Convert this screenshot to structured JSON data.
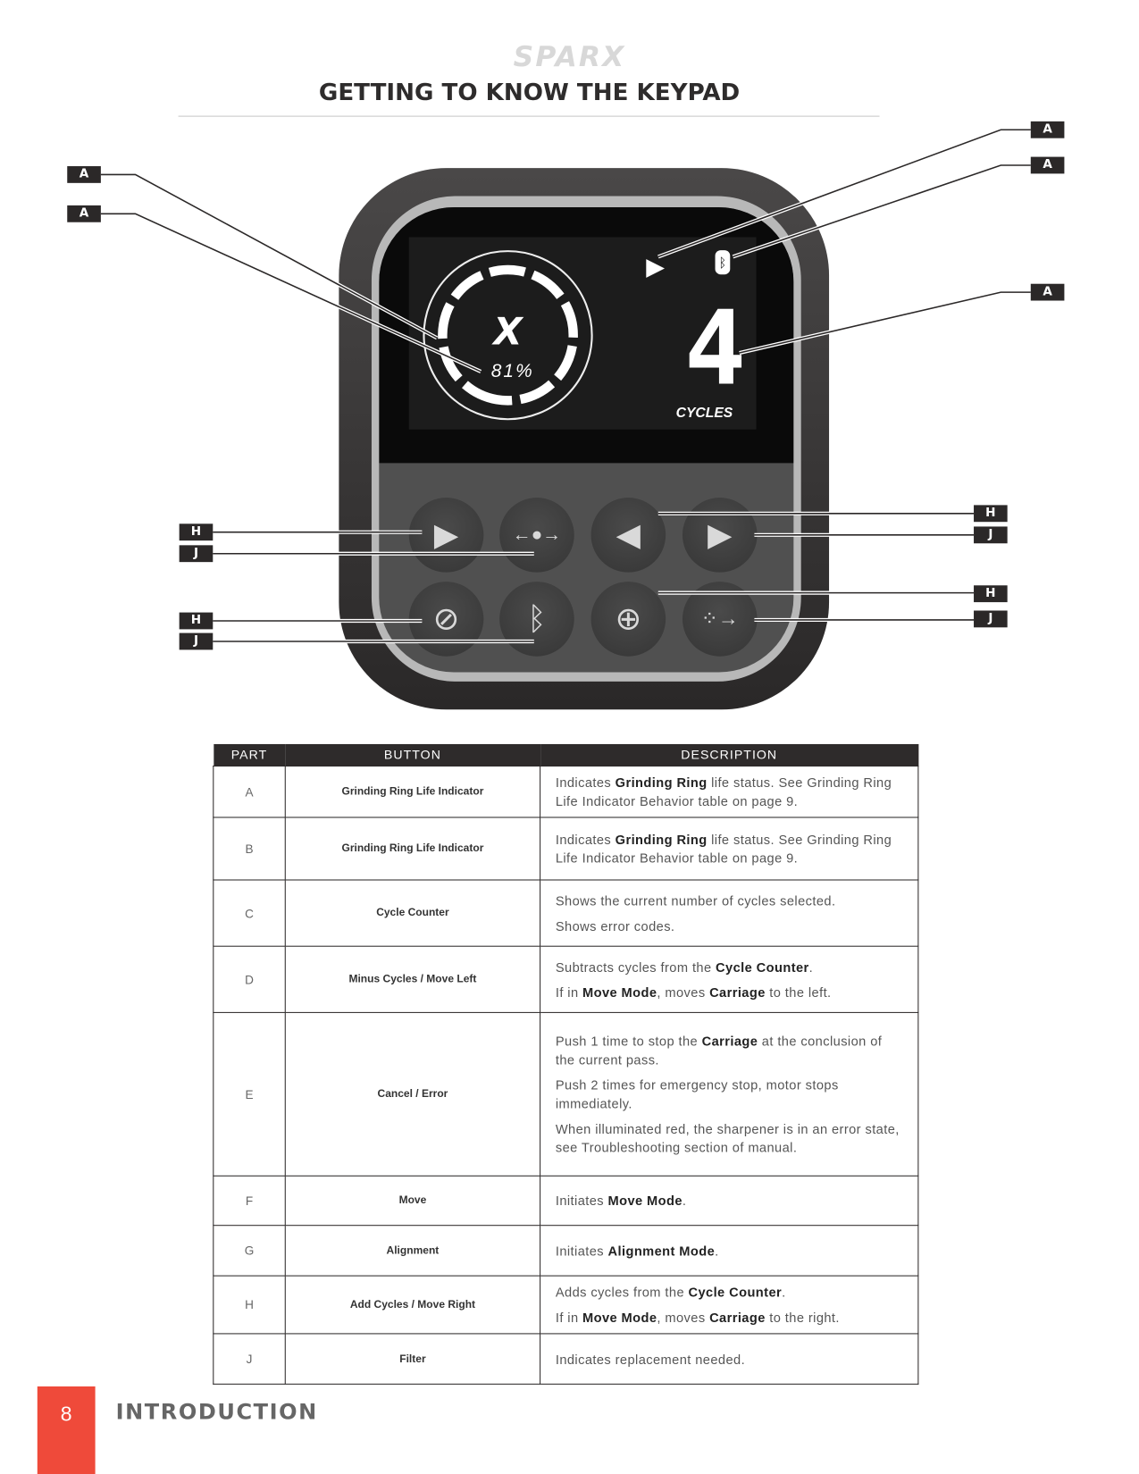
{
  "header": {
    "logo": "SPARX",
    "title": "GETTING TO KNOW THE KEYPAD"
  },
  "display": {
    "ring_percent": "81%",
    "cycles_value": "4",
    "cycles_label": "CYCLES"
  },
  "callouts": {
    "a": "A",
    "h": "H",
    "j": "J"
  },
  "table": {
    "headers": [
      "PART",
      "BUTTON",
      "DESCRIPTION"
    ],
    "rows": [
      {
        "part": "A",
        "button": "Grinding Ring Life Indicator",
        "desc": [
          [
            {
              "t": "Indicates "
            },
            {
              "t": "Grinding Ring",
              "b": true
            },
            {
              "t": " life status. See Grinding Ring Life Indicator Behavior table on page 9."
            }
          ]
        ]
      },
      {
        "part": "B",
        "button": "Grinding Ring Life Indicator",
        "desc": [
          [
            {
              "t": "Indicates "
            },
            {
              "t": "Grinding Ring",
              "b": true
            },
            {
              "t": " life status. See Grinding Ring Life Indicator Behavior table on page 9."
            }
          ]
        ]
      },
      {
        "part": "C",
        "button": "Cycle Counter",
        "desc": [
          [
            {
              "t": "Shows the current number of cycles selected."
            }
          ],
          [
            {
              "t": "Shows error codes."
            }
          ]
        ]
      },
      {
        "part": "D",
        "button": "Minus Cycles / Move Left",
        "desc": [
          [
            {
              "t": "Subtracts cycles from the "
            },
            {
              "t": "Cycle Counter",
              "b": true
            },
            {
              "t": "."
            }
          ],
          [
            {
              "t": "If in "
            },
            {
              "t": "Move Mode",
              "b": true
            },
            {
              "t": ", moves "
            },
            {
              "t": "Carriage",
              "b": true
            },
            {
              "t": " to the left."
            }
          ]
        ]
      },
      {
        "part": "E",
        "button": "Cancel / Error",
        "desc": [
          [
            {
              "t": "Push 1 time to stop the "
            },
            {
              "t": "Carriage",
              "b": true
            },
            {
              "t": " at the conclusion of the current pass."
            }
          ],
          [
            {
              "t": "Push 2 times for emergency stop, motor stops immediately."
            }
          ],
          [
            {
              "t": "When illuminated red, the sharpener is in an error state, see Troubleshooting section of manual."
            }
          ]
        ]
      },
      {
        "part": "F",
        "button": "Move",
        "desc": [
          [
            {
              "t": "Initiates "
            },
            {
              "t": "Move Mode",
              "b": true
            },
            {
              "t": "."
            }
          ]
        ]
      },
      {
        "part": "G",
        "button": "Alignment",
        "desc": [
          [
            {
              "t": "Initiates "
            },
            {
              "t": "Alignment Mode",
              "b": true
            },
            {
              "t": "."
            }
          ]
        ]
      },
      {
        "part": "H",
        "button": "Add Cycles / Move Right",
        "desc": [
          [
            {
              "t": "Adds cycles from the "
            },
            {
              "t": "Cycle Counter",
              "b": true
            },
            {
              "t": "."
            }
          ],
          [
            {
              "t": "If in "
            },
            {
              "t": "Move Mode",
              "b": true
            },
            {
              "t": ", moves "
            },
            {
              "t": "Carriage",
              "b": true
            },
            {
              "t": " to the right."
            }
          ]
        ]
      },
      {
        "part": "J",
        "button": "Filter",
        "desc": [
          [
            {
              "t": "Indicates replacement needed."
            }
          ]
        ]
      }
    ]
  },
  "footer": {
    "page_number": "8",
    "section": "INTRODUCTION"
  },
  "colors": {
    "accent": "#ef4a3a",
    "dark": "#2e2b2b"
  }
}
